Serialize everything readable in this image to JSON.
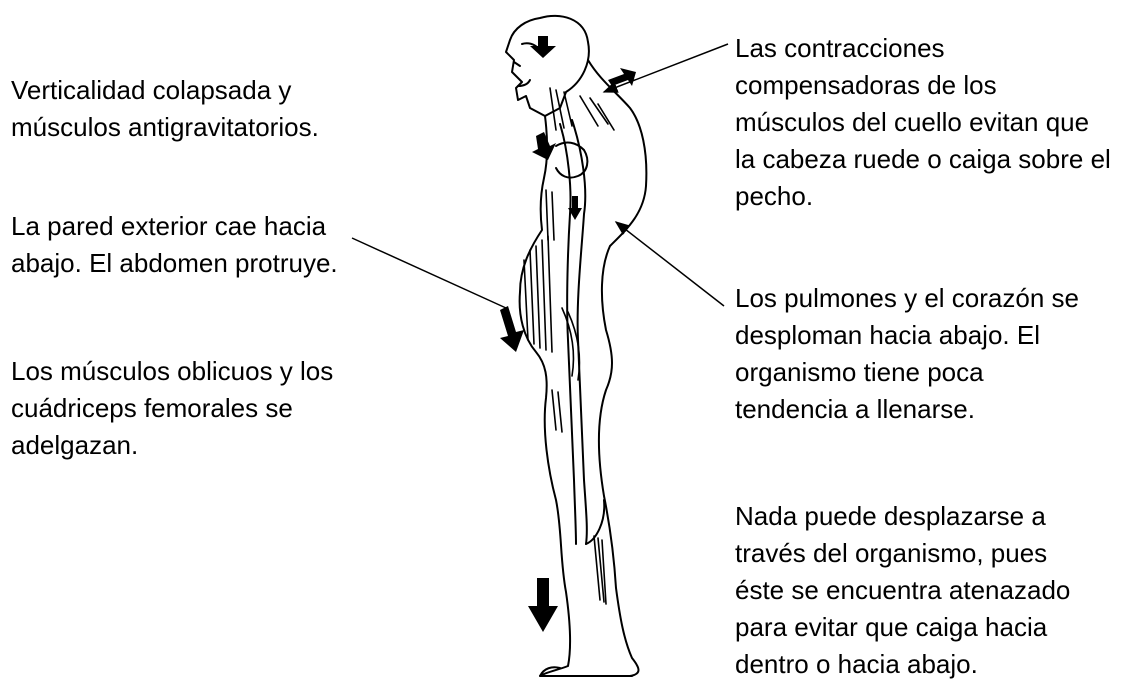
{
  "labels": {
    "verticality": "Verticalidad colapsada y\nmúsculos antigravitatorios.",
    "abdominal_wall": "La pared exterior cae hacia\nabajo. El abdomen protruye.",
    "oblique_muscles": "Los músculos oblicuos y los\ncuádriceps femorales se\nadelgazan.",
    "neck_muscles": "Las contracciones\ncompensadoras de los\nmúsculos del cuello evitan que\nla cabeza ruede o caiga sobre el\npecho.",
    "lungs_heart": "Los pulmones y el corazón se\ndesploman hacia abajo. El\norganismo tiene poca\ntendencia a llenarse.",
    "nothing_moves": "Nada puede desplazarse a\ntravés del organismo, pues\néste se encuentra atenazado\npara evitar que caiga hacia\ndentro o hacia abajo."
  },
  "illustration": {
    "subject": "slumped-human-figure-side-view",
    "ink_color": "#000000",
    "background_color": "#ffffff"
  }
}
